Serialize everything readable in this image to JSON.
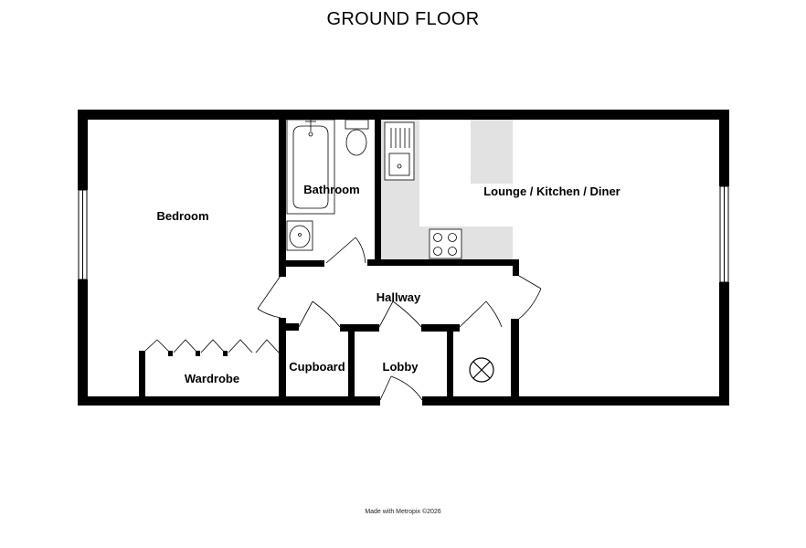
{
  "title": "GROUND FLOOR",
  "credit": "Made with Metropix ©2026",
  "rooms": {
    "bedroom": "Bedroom",
    "bathroom": "Bathroom",
    "lounge": "Lounge / Kitchen / Diner",
    "hallway": "Hallway",
    "cupboard": "Cupboard",
    "lobby": "Lobby",
    "wardrobe": "Wardrobe"
  },
  "colors": {
    "wall": "#000000",
    "worktop": "#e2e2e2",
    "background": "#ffffff"
  }
}
